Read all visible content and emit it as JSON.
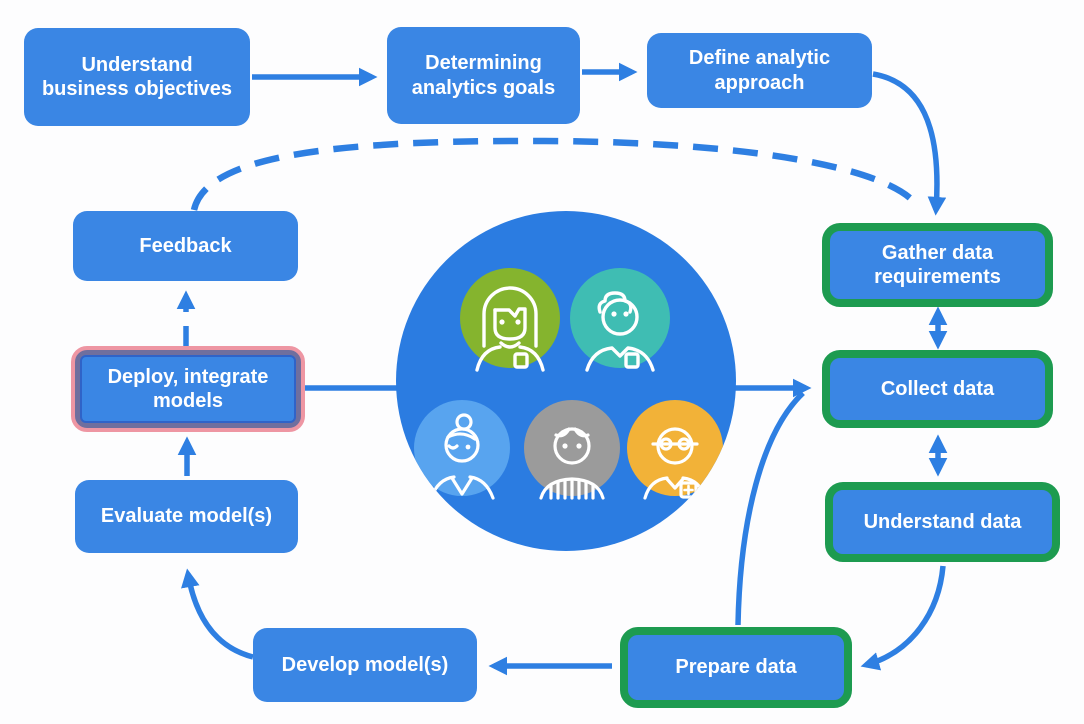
{
  "diagram": {
    "nodes": {
      "understand_business": {
        "label": "Understand business objectives",
        "style": "blue"
      },
      "determining_goals": {
        "label": "Determining analytics goals",
        "style": "blue"
      },
      "define_approach": {
        "label": "Define analytic approach",
        "style": "blue"
      },
      "gather_requirements": {
        "label": "Gather data requirements",
        "style": "green-outline"
      },
      "collect_data": {
        "label": "Collect data",
        "style": "green-outline"
      },
      "understand_data": {
        "label": "Understand data",
        "style": "green-outline"
      },
      "prepare_data": {
        "label": "Prepare data",
        "style": "green-outline"
      },
      "develop_models": {
        "label": "Develop model(s)",
        "style": "blue"
      },
      "evaluate_models": {
        "label": "Evaluate model(s)",
        "style": "blue"
      },
      "deploy_models": {
        "label": "Deploy, integrate models",
        "style": "highlighted-selected"
      },
      "feedback": {
        "label": "Feedback",
        "style": "blue"
      }
    },
    "edges": [
      {
        "from": "understand_business",
        "to": "determining_goals",
        "style": "solid",
        "bidirectional": false
      },
      {
        "from": "determining_goals",
        "to": "define_approach",
        "style": "solid",
        "bidirectional": false
      },
      {
        "from": "define_approach",
        "to": "gather_requirements",
        "style": "solid",
        "bidirectional": false
      },
      {
        "from": "feedback",
        "to": "gather_requirements",
        "style": "dashed",
        "bidirectional": false
      },
      {
        "from": "gather_requirements",
        "to": "collect_data",
        "style": "solid",
        "bidirectional": true
      },
      {
        "from": "collect_data",
        "to": "understand_data",
        "style": "solid",
        "bidirectional": true
      },
      {
        "from": "understand_data",
        "to": "prepare_data",
        "style": "solid",
        "bidirectional": false
      },
      {
        "from": "prepare_data",
        "to": "develop_models",
        "style": "solid",
        "bidirectional": false
      },
      {
        "from": "develop_models",
        "to": "evaluate_models",
        "style": "solid",
        "bidirectional": false
      },
      {
        "from": "evaluate_models",
        "to": "deploy_models",
        "style": "solid",
        "bidirectional": false
      },
      {
        "from": "deploy_models",
        "to": "feedback",
        "style": "dashed",
        "bidirectional": false
      },
      {
        "from": "deploy_models",
        "to": "collect_data",
        "style": "solid",
        "bidirectional": false
      },
      {
        "from": "prepare_data",
        "to": "collect_data",
        "style": "solid",
        "bidirectional": false
      }
    ],
    "center_group": {
      "description": "team-avatars-circle",
      "circle_color": "#2b7ce1",
      "avatars": [
        {
          "name": "long-hair-woman",
          "color": "#85b42e"
        },
        {
          "name": "curly-hair-person",
          "color": "#3fbdb3"
        },
        {
          "name": "bun-hair-woman",
          "color": "#58a4ef"
        },
        {
          "name": "striped-shirt-person",
          "color": "#9b9b9b"
        },
        {
          "name": "glasses-person",
          "color": "#f2b238"
        }
      ]
    },
    "colors": {
      "node_fill": "#3a86e4",
      "node_text": "#ffffff",
      "arrow": "#2e7fe2",
      "green_outline": "#1d9b50",
      "highlight_outer_pink": "#ee96a3",
      "highlight_inner_purple": "#6f6f9e",
      "background": "#fdfdfe"
    }
  }
}
